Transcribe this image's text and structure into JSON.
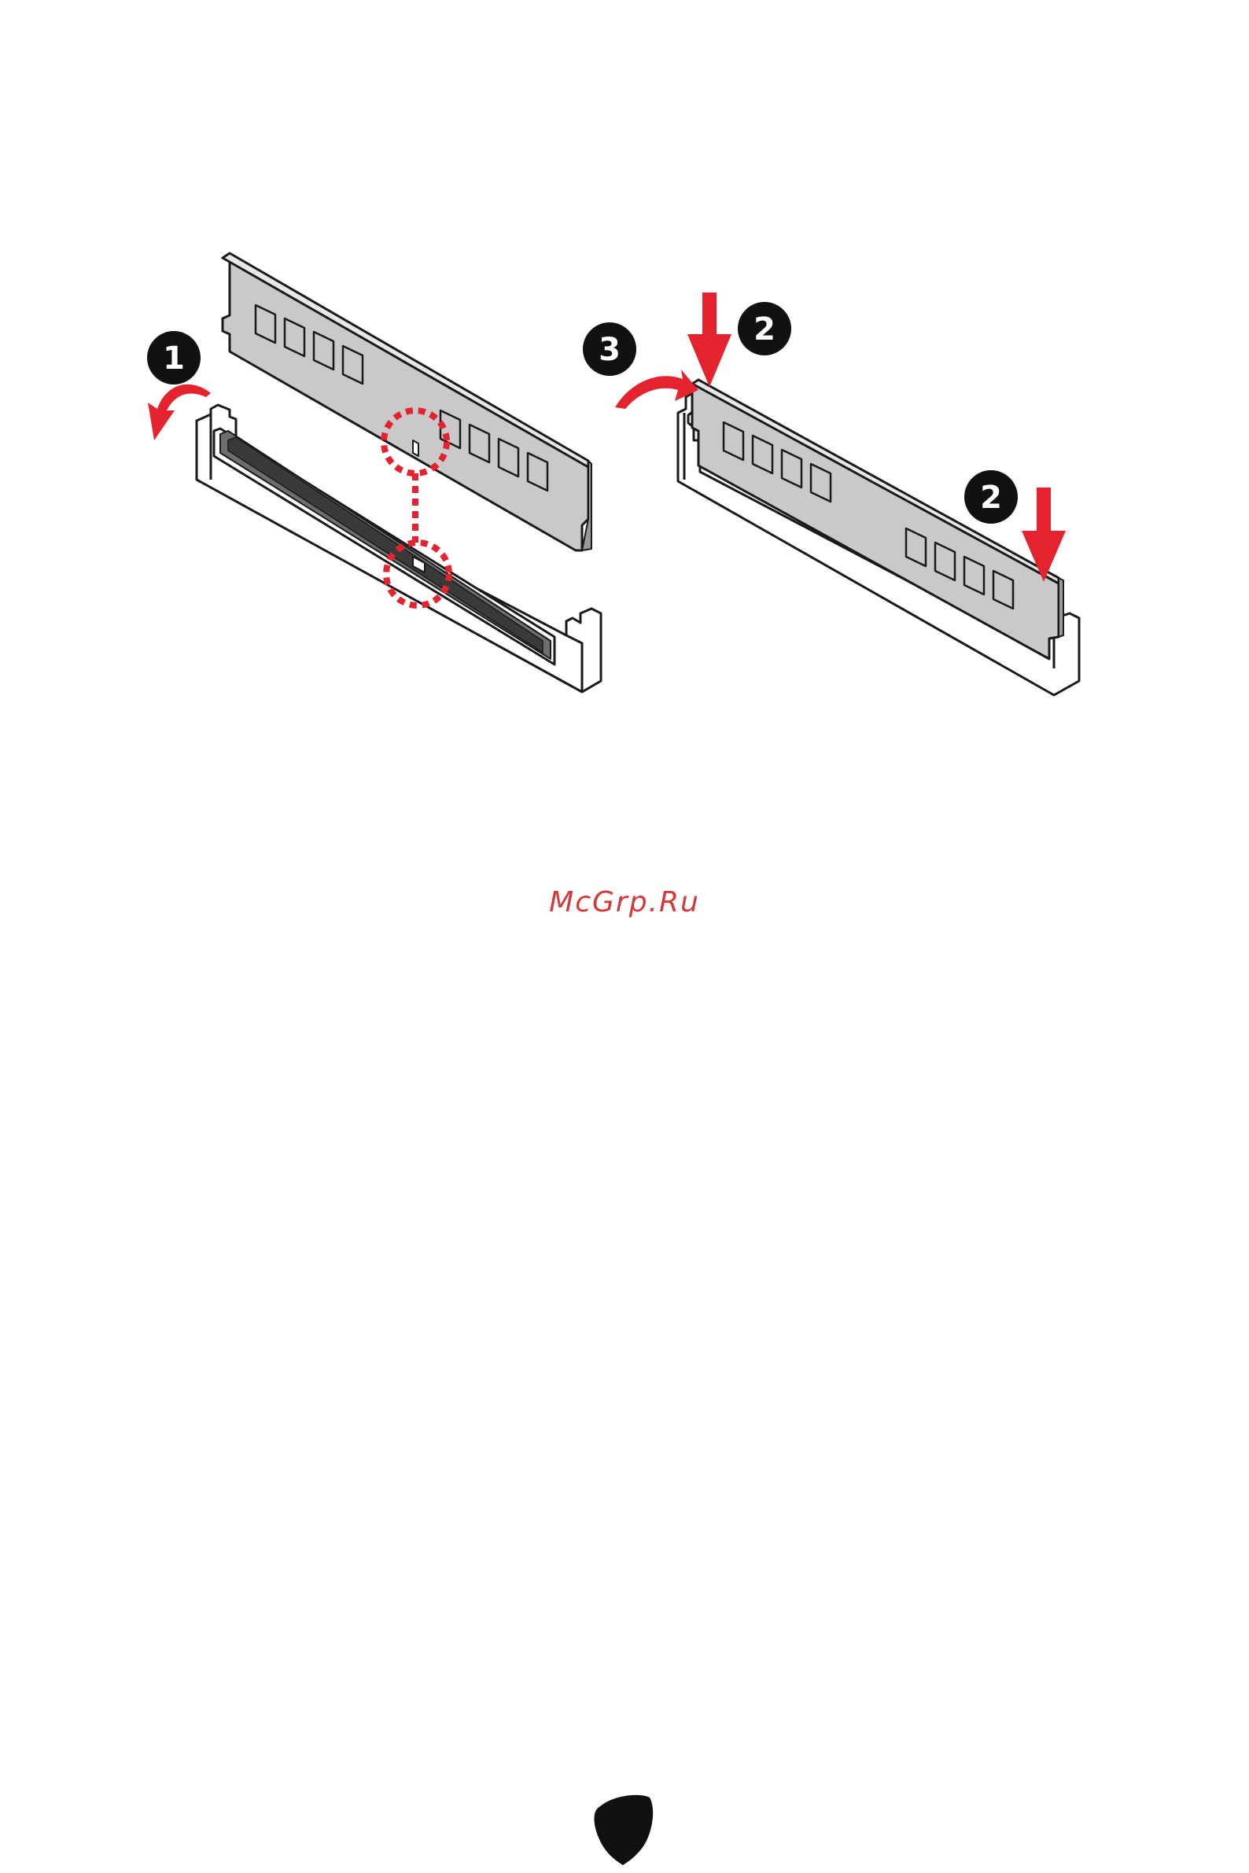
{
  "diagram": {
    "left_panel": {
      "step_badge": "1"
    },
    "right_panel": {
      "step_badges": [
        "2",
        "2",
        "3"
      ]
    }
  },
  "watermark": {
    "text": "McGrp.Ru"
  },
  "footer": {
    "logo": "shield-logo-icon"
  },
  "colors": {
    "accent_red": "#e5232e",
    "module_fill": "#c9c9c9",
    "slot_fill": "#ffffff",
    "outline": "#1a1a1a",
    "badge_fill": "#111111",
    "watermark": "#d33a3a"
  }
}
